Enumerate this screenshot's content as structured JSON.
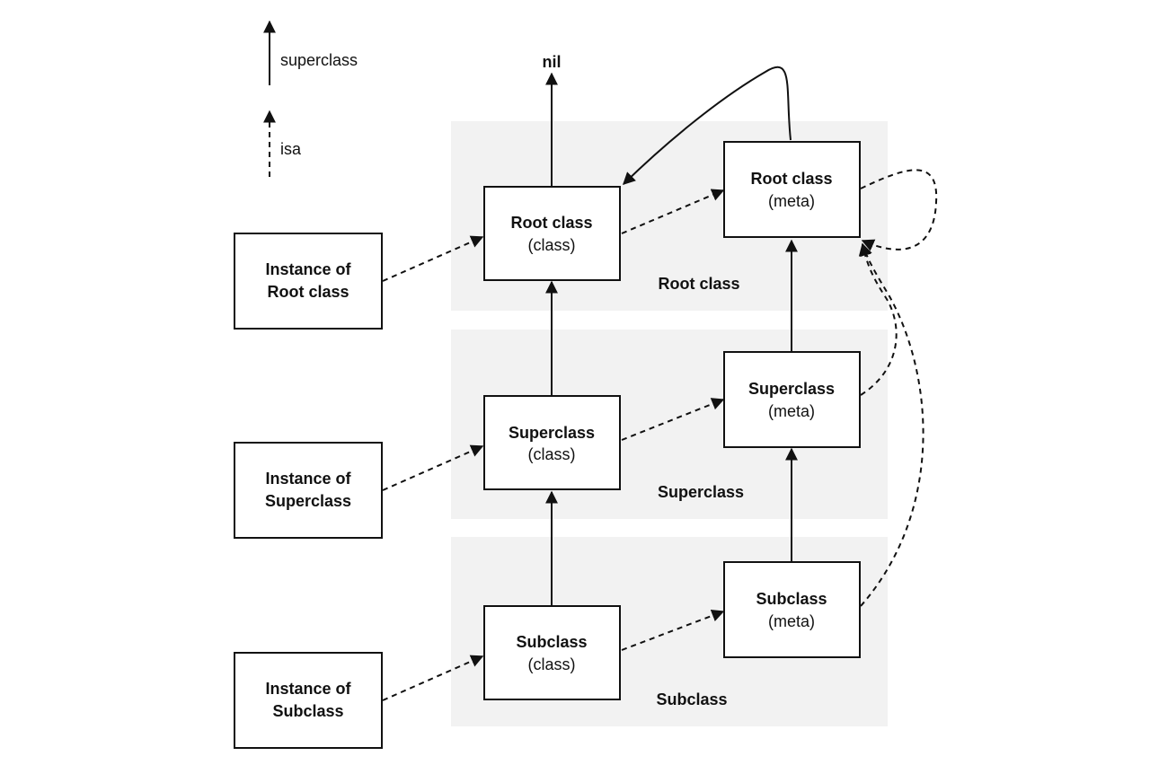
{
  "legend": {
    "superclass_label": "superclass",
    "isa_label": "isa"
  },
  "nil_label": "nil",
  "bands": {
    "root": "Root class",
    "super": "Superclass",
    "sub": "Subclass"
  },
  "instances": {
    "root": [
      "Instance of",
      "Root class"
    ],
    "super": [
      "Instance of",
      "Superclass"
    ],
    "sub": [
      "Instance of",
      "Subclass"
    ]
  },
  "classes": {
    "root": {
      "name": "Root class",
      "kind": "(class)"
    },
    "super": {
      "name": "Superclass",
      "kind": "(class)"
    },
    "sub": {
      "name": "Subclass",
      "kind": "(class)"
    }
  },
  "metas": {
    "root": {
      "name": "Root class",
      "kind": "(meta)"
    },
    "super": {
      "name": "Superclass",
      "kind": "(meta)"
    },
    "sub": {
      "name": "Subclass",
      "kind": "(meta)"
    }
  }
}
